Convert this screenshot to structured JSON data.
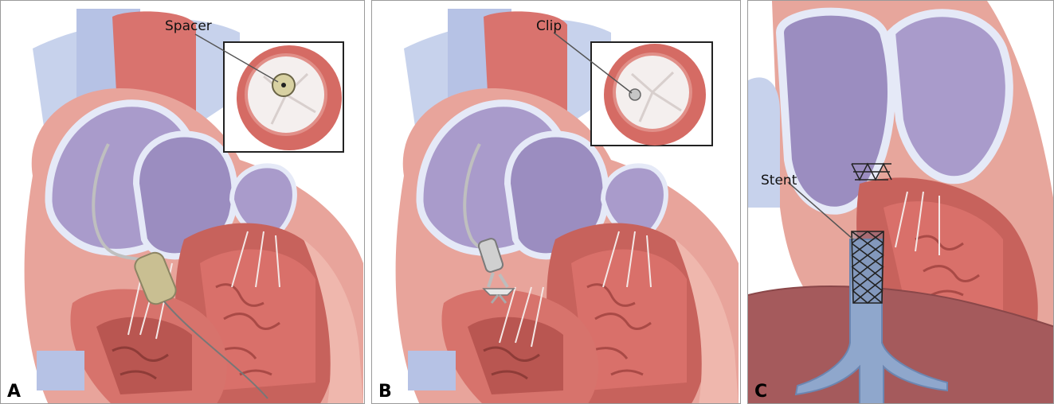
{
  "panels": [
    {
      "letter": "A",
      "callout": "Spacer"
    },
    {
      "letter": "B",
      "callout": "Clip"
    },
    {
      "letter": "C",
      "callout": "Stent"
    }
  ],
  "colors": {
    "myocardium": "#e79b93",
    "myocardium_dark": "#c45d56",
    "atrium_purple": "#a79ac8",
    "vessel_blue": "#aebfe0",
    "valve_white": "#f4efee",
    "device_tan": "#c9bf92",
    "stent_blue": "#8fa7cc"
  },
  "icons": [
    "spacer-device-icon",
    "clip-device-icon",
    "stent-mesh-icon"
  ]
}
